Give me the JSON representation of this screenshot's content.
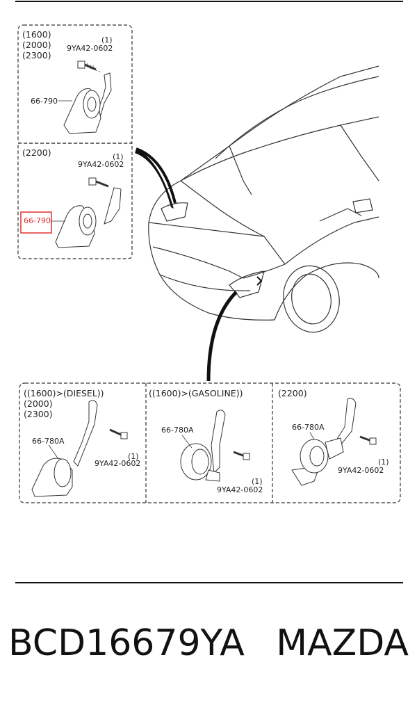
{
  "diagram": {
    "top_left_box": {
      "engine_labels": [
        "(1600)",
        "(2000)",
        "(2300)"
      ],
      "bolt_qty": "(1)",
      "bolt_part": "9YA42-0602",
      "horn_part": "66-790"
    },
    "mid_left_box": {
      "engine_label": "(2200)",
      "bolt_qty": "(1)",
      "bolt_part": "9YA42-0602",
      "horn_part_highlighted": "66-790"
    },
    "bottom_panels": [
      {
        "engine_labels": [
          "((1600)>(DIESEL))",
          "(2000)",
          "(2300)"
        ],
        "horn_part": "66-780A",
        "bolt_part": "9YA42-0602",
        "bolt_qty": "(1)"
      },
      {
        "engine_labels": [
          "((1600)>(GASOLINE))"
        ],
        "horn_part": "66-780A",
        "bolt_qty": "(1)",
        "bolt_part": "9YA42-0602"
      },
      {
        "engine_labels": [
          "(2200)"
        ],
        "horn_part": "66-780A",
        "bolt_qty": "(1)",
        "bolt_part": "9YA42-0602"
      }
    ],
    "highlight_color": "#e03030"
  },
  "footer": {
    "part_number": "BCD16679YA",
    "brand": "MAZDA"
  }
}
